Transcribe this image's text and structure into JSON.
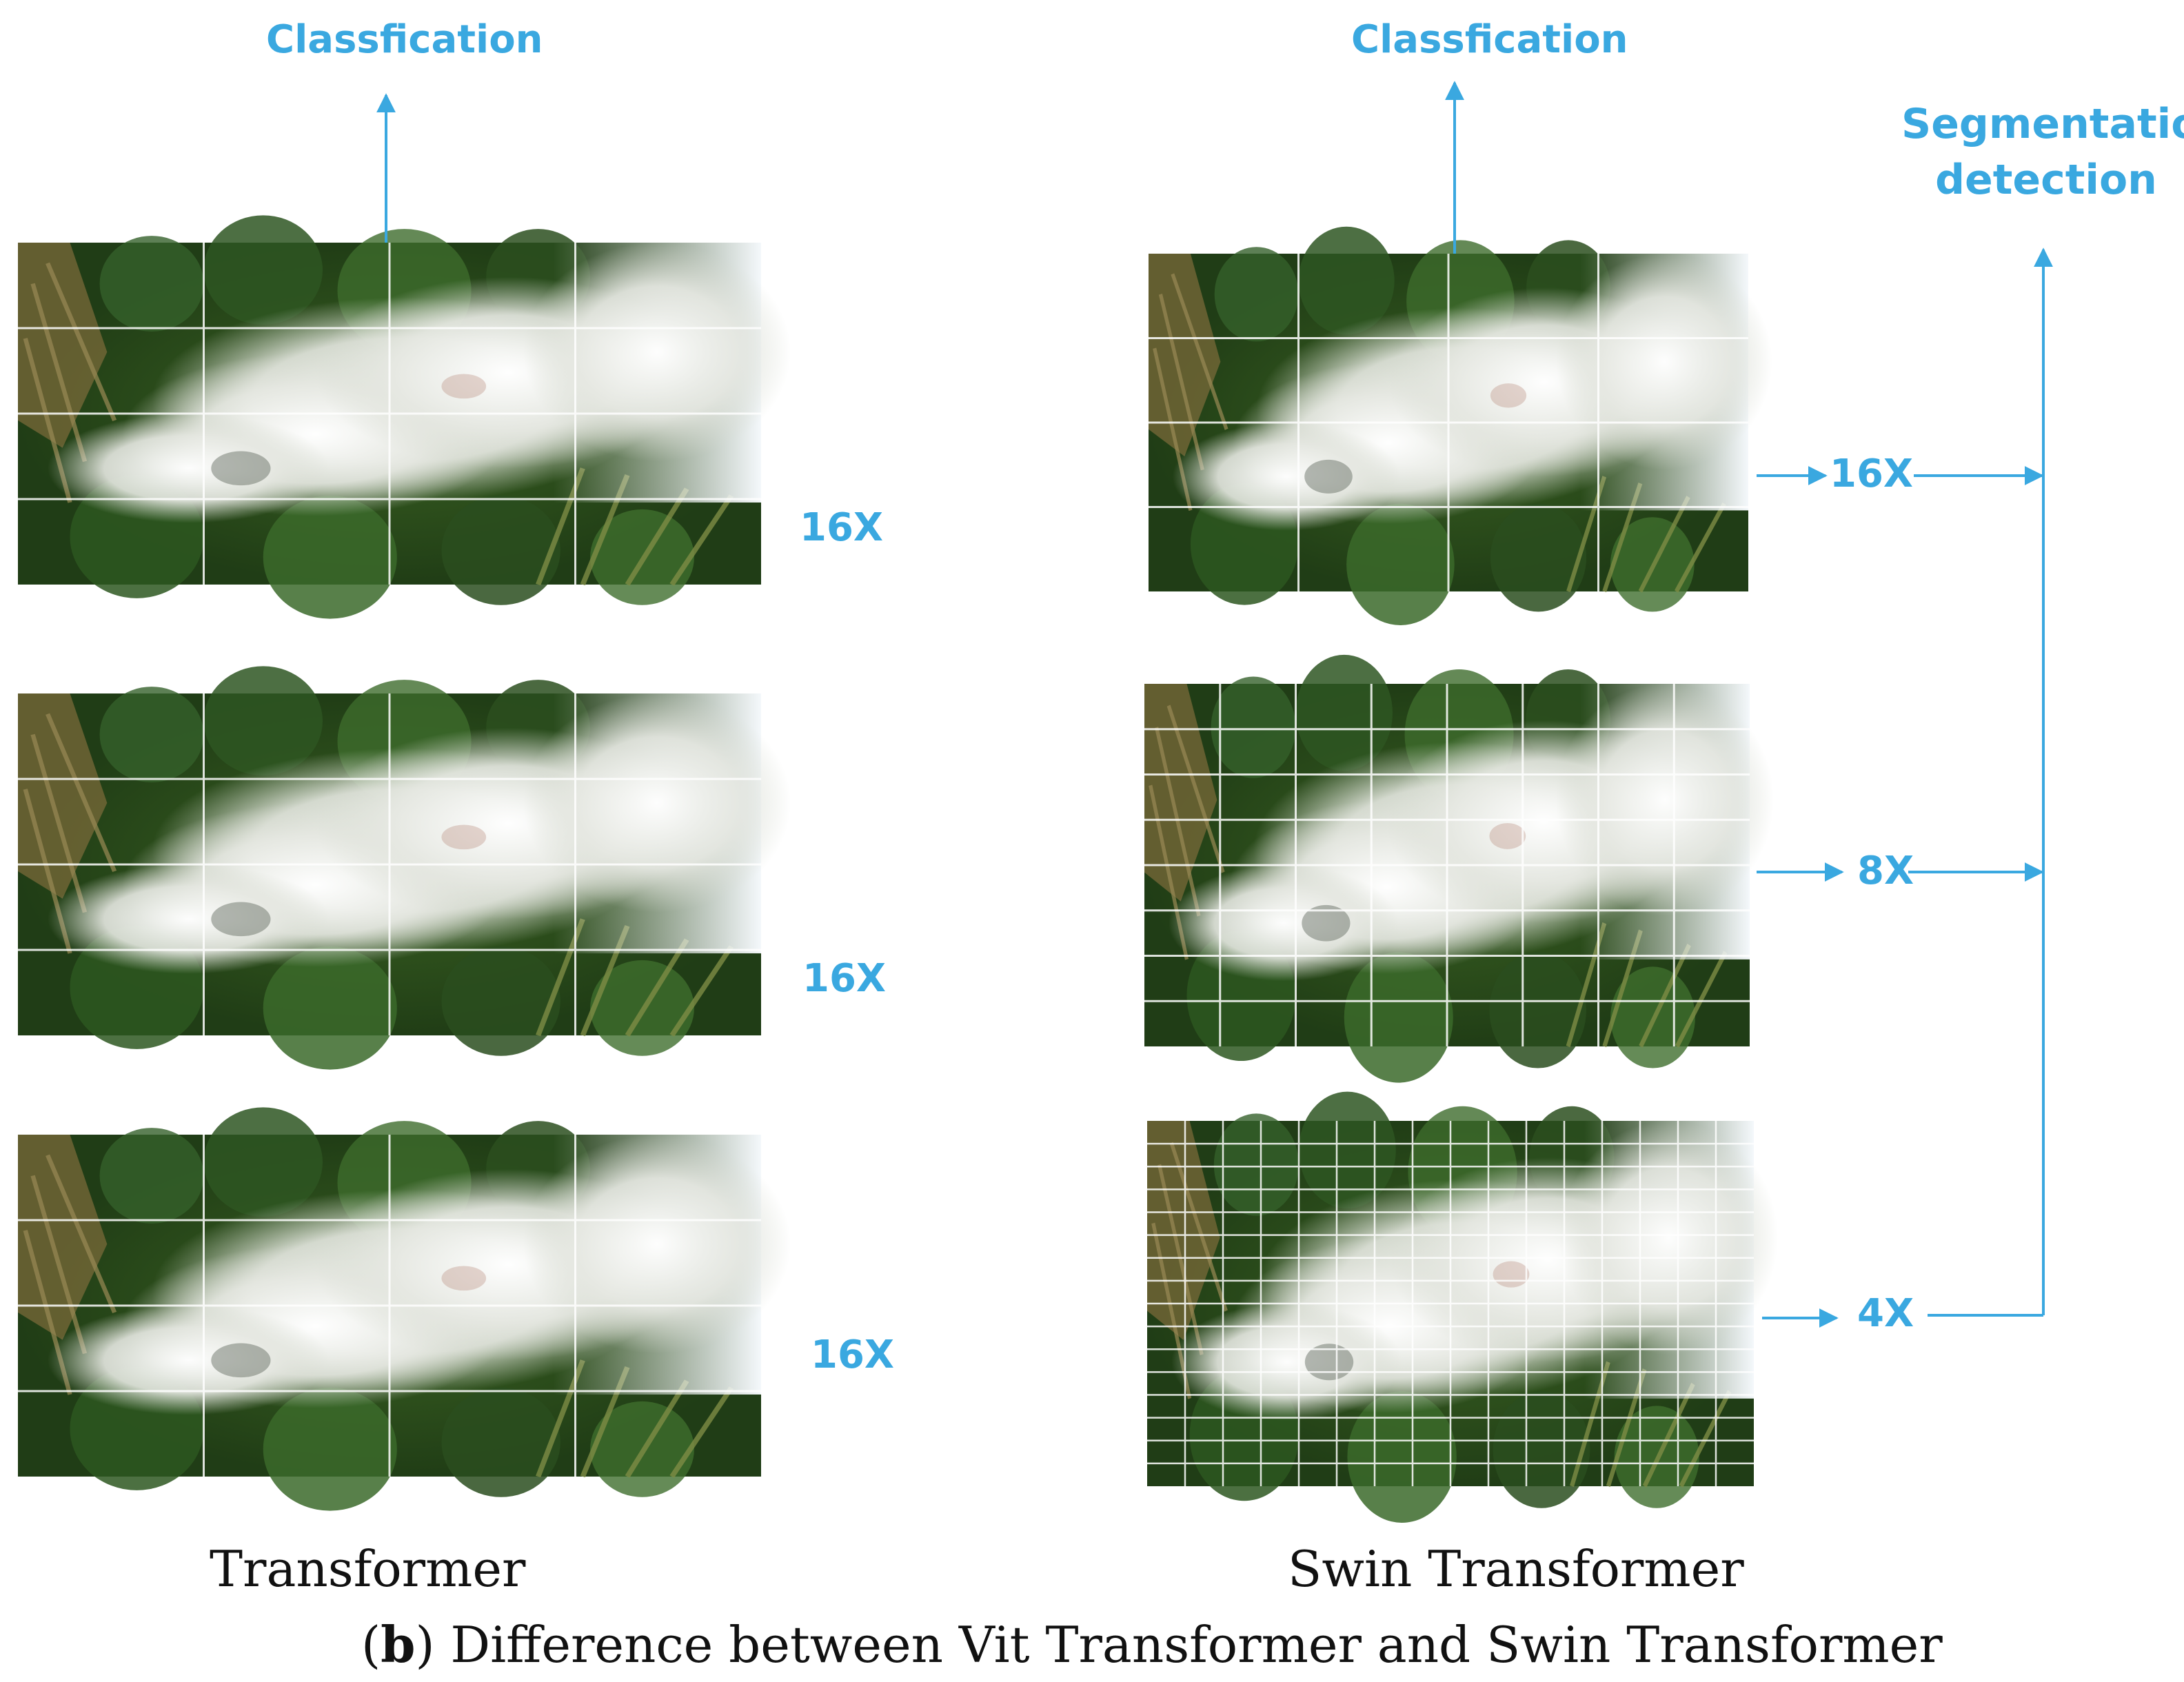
{
  "diagram": {
    "left": {
      "classification_label": "Classfication",
      "title": "Transformer",
      "scale_labels": [
        "16X",
        "16X",
        "16X"
      ]
    },
    "right": {
      "classification_label": "Classfication",
      "title": "Swin Transformer",
      "scale_labels": [
        "16X",
        "8X",
        "4X"
      ],
      "segmentation_label_line1": "Segmentation",
      "segmentation_label_line2": "detection"
    },
    "caption": {
      "tag": "b",
      "text": "Difference between Vit Transformer and Swin Transformer"
    }
  },
  "colors": {
    "accent": "#3aa8e0",
    "foliage_dark": "#1f3a14",
    "smoke": "#e9ebe6",
    "grid_line": "#ffffff"
  }
}
